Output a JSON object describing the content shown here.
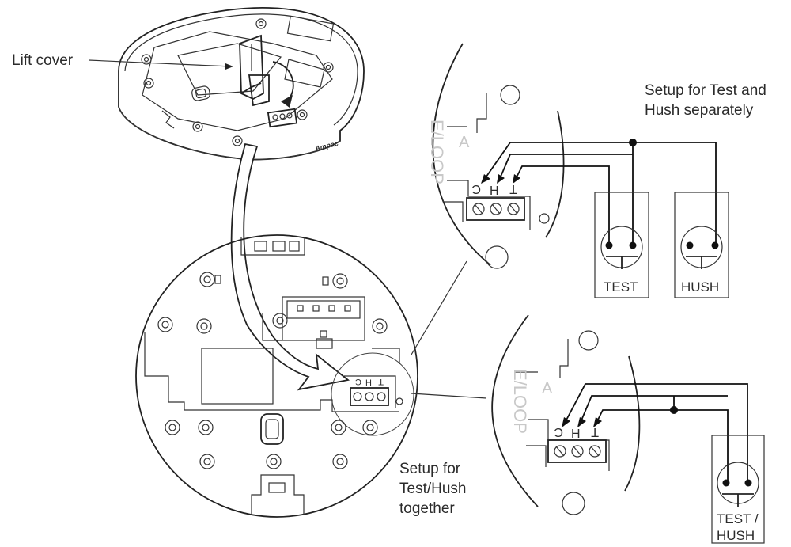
{
  "labels": {
    "lift_cover": "Lift cover",
    "setup_separate_line1": "Setup for Test and",
    "setup_separate_line2": "Hush separately",
    "setup_together_line1": "Setup for",
    "setup_together_line2": "Test/Hush",
    "setup_together_line3": "together",
    "test": "TEST",
    "hush": "HUSH",
    "test_hush_line1": "TEST /",
    "test_hush_line2": "HUSH",
    "loop_text": "E/LOOP",
    "terminal_a": "A",
    "terminal_c": "C",
    "terminal_h": "H",
    "terminal_t": "T",
    "brand_mark": "Ampac"
  }
}
